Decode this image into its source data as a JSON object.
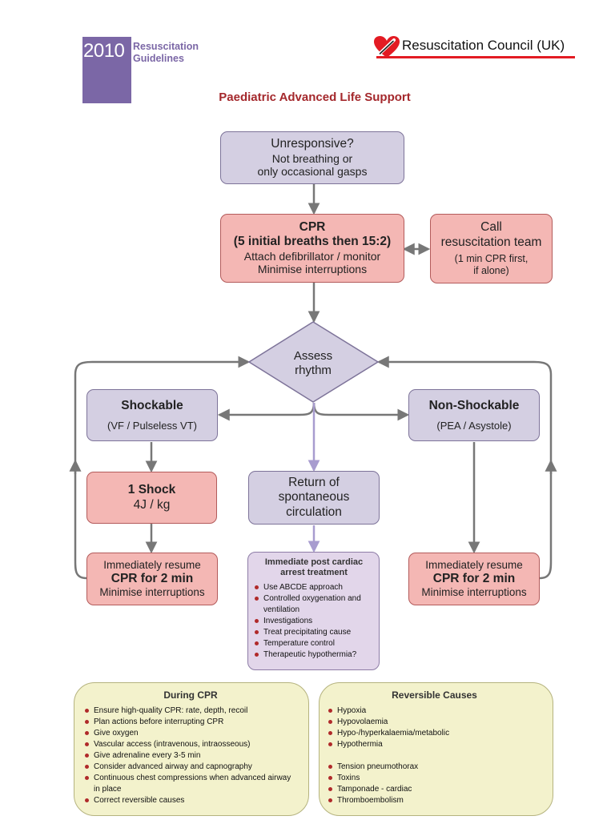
{
  "header": {
    "year": "2010",
    "guidelines_line1": "Resuscitation",
    "guidelines_line2": "Guidelines",
    "council": "Resuscitation Council (UK)",
    "title": "Paediatric Advanced Life Support"
  },
  "colors": {
    "purple_block": "#7b67a6",
    "brand_red": "#e31b23",
    "title_red": "#a4282c",
    "arrow_grey": "#777777",
    "arrow_lavender": "#a89ccf"
  },
  "flow": {
    "unresponsive": [
      "Unresponsive?",
      "Not breathing or",
      "only occasional gasps"
    ],
    "cpr_title": "CPR",
    "cpr_subtitle": "(5 initial breaths then 15:2)",
    "cpr_lines": [
      "Attach defibrillator / monitor",
      "Minimise interruptions"
    ],
    "call_team": [
      "Call",
      "resuscitation team"
    ],
    "call_note": [
      "(1 min CPR first,",
      "if alone)"
    ],
    "assess": [
      "Assess",
      "rhythm"
    ],
    "shockable_title": "Shockable",
    "shockable_sub": "(VF / Pulseless VT)",
    "nonshockable_title": "Non-Shockable",
    "nonshockable_sub": "(PEA / Asystole)",
    "shock_title": "1 Shock",
    "shock_dose": "4J / kg",
    "rosc": [
      "Return of",
      "spontaneous",
      "circulation"
    ],
    "resume_left": {
      "line1": "Immediately resume",
      "line2": "CPR for 2 min",
      "line3": "Minimise interruptions"
    },
    "resume_right": {
      "line1": "Immediately resume",
      "line2": "CPR for 2 min",
      "line3": "Minimise interruptions"
    },
    "post_arrest_title": [
      "Immediate post cardiac",
      "arrest treatment"
    ],
    "post_arrest_items": [
      "Use ABCDE approach",
      "Controlled oxygenation and ventilation",
      "Investigations",
      "Treat precipitating cause",
      "Temperature control",
      "Therapeutic hypothermia?"
    ]
  },
  "during_cpr": {
    "title": "During CPR",
    "items": [
      "Ensure high-quality CPR: rate, depth, recoil",
      "Plan actions before interrupting CPR",
      "Give oxygen",
      "Vascular access (intravenous, intraosseous)",
      "Give adrenaline every 3-5 min",
      "Consider advanced airway and capnography",
      "Continuous chest compressions when advanced airway in place",
      "Correct reversible causes"
    ]
  },
  "reversible_causes": {
    "title": "Reversible Causes",
    "items": [
      "Hypoxia",
      "Hypovolaemia",
      "Hypo-/hyperkalaemia/metabolic",
      "Hypothermia",
      "Tension pneumothorax",
      "Toxins",
      "Tamponade - cardiac",
      "Thromboembolism"
    ]
  }
}
